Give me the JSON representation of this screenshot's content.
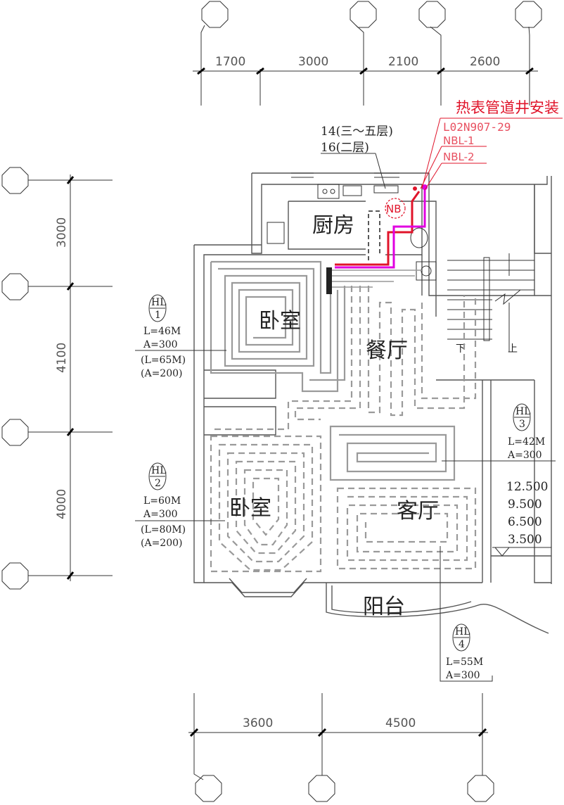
{
  "plan": {
    "top_dims": [
      "1700",
      "3000",
      "2100",
      "2600"
    ],
    "left_dims": [
      "3000",
      "4100",
      "4000"
    ],
    "bottom_dims": [
      "3600",
      "4500"
    ],
    "rooms": {
      "kitchen": "厨房",
      "bedroom_1": "卧室",
      "dining": "餐厅",
      "bedroom_2": "卧室",
      "living": "客厅",
      "balcony": "阳台"
    },
    "stair": {
      "down": "下",
      "up": "上"
    },
    "pipe_note": {
      "line1": "14(三～五层)",
      "line2": "16(二层)"
    },
    "nb_mark": "NB",
    "heat_meter": {
      "title": "热表管道井安装",
      "ref": "L02N907-29",
      "nbl1": "NBL-1",
      "nbl2": "NBL-2"
    },
    "loops": [
      {
        "tag": "HL",
        "num": "1",
        "L": "L=46M",
        "A": "A=300",
        "L2": "(L=65M)",
        "A2": "(A=200)"
      },
      {
        "tag": "HL",
        "num": "2",
        "L": "L=60M",
        "A": "A=300",
        "L2": "(L=80M)",
        "A2": "(A=200)"
      },
      {
        "tag": "HL",
        "num": "3",
        "L": "L=42M",
        "A": "A=300"
      },
      {
        "tag": "HL",
        "num": "4",
        "L": "L=55M",
        "A": "A=300"
      }
    ],
    "elevations": [
      "12.500",
      "9.500",
      "6.500",
      "3.500"
    ],
    "colors": {
      "red": "#e0142a",
      "magenta": "#e000e0",
      "coil": "#9a9a9a"
    }
  }
}
